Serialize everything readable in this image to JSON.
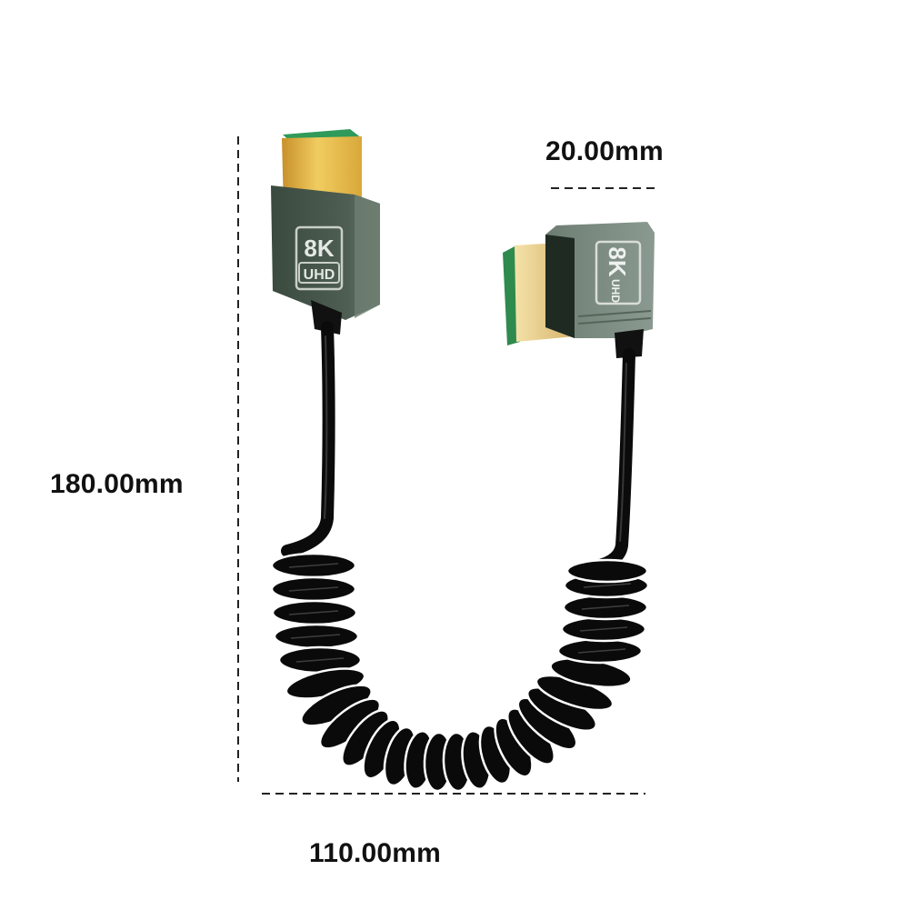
{
  "product": {
    "type": "coiled HDMI cable",
    "connector_badge": {
      "line1": "8K",
      "line2": "UHD"
    }
  },
  "dimensions": {
    "height": "180.00mm",
    "width": "110.00mm",
    "connector": "20.00mm"
  },
  "colors": {
    "background": "#ffffff",
    "connector_shell": "#4a5a4e",
    "connector_shell_light": "#7a8a80",
    "plug_gold": "#e2b440",
    "pcb_green": "#2f9a5a",
    "cable": "#0b0b0b",
    "dim_line": "#222222"
  }
}
